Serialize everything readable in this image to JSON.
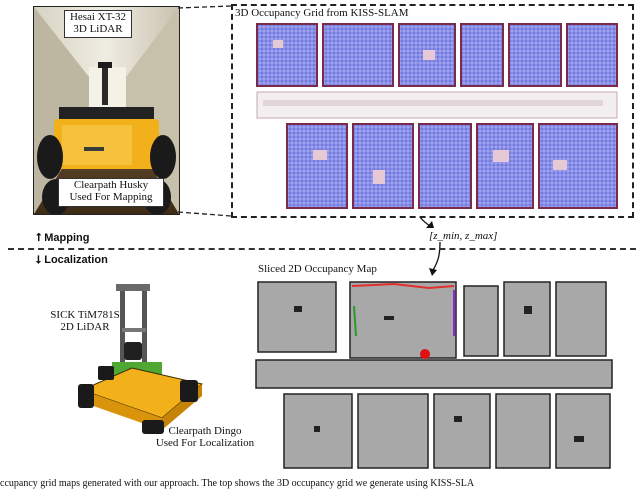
{
  "top": {
    "lidar_label_line1": "Hesai XT-32",
    "lidar_label_line2": "3D LiDAR",
    "robot_label_line1": "Clearpath Husky",
    "robot_label_line2": "Used For Mapping",
    "grid_title": "3D Occupancy Grid from KISS-SLAM",
    "slice_label": "[z_min, z_max]"
  },
  "divider": {
    "mapping_label": "Mapping",
    "localization_label": "Localization"
  },
  "bottom": {
    "map_title": "Sliced 2D Occupancy Map",
    "sensor_label_line1": "SICK TiM781S",
    "sensor_label_line2": "2D LiDAR",
    "robot_label_line1": "Clearpath Dingo",
    "robot_label_line2": "Used For Localization"
  },
  "caption": "ccupancy grid maps generated with our approach. The top shows the 3D occupancy grid we generate using KISS-SLA",
  "colors": {
    "robot_yellow": "#f2b11a",
    "voxel_blue": "#7f86e8",
    "map_gray": "#a8a8a8"
  }
}
